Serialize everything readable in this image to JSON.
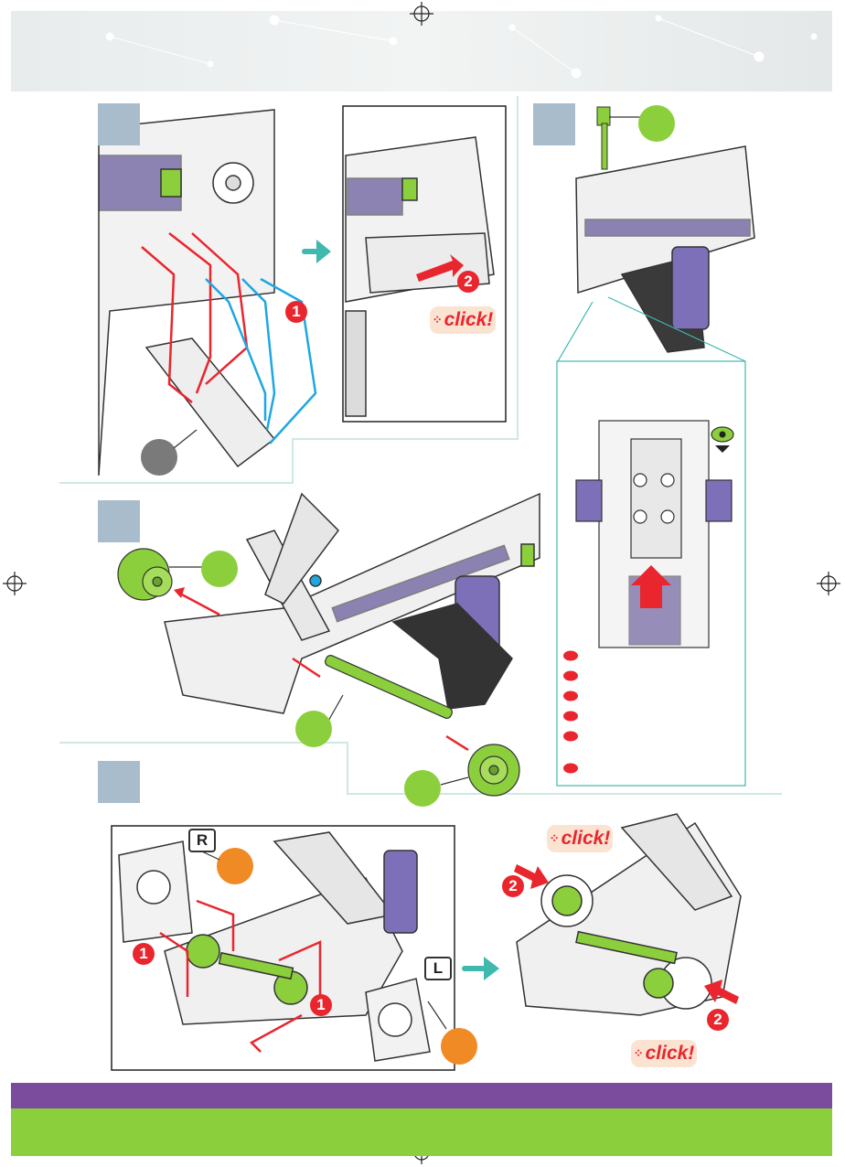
{
  "click_label": "click!",
  "assembly_letters": {
    "right": "R",
    "left": "L"
  },
  "callout_numbers": {
    "one": "1",
    "two": "2"
  },
  "icons": [
    "eye-icon",
    "arrow-right-icon",
    "registration-mark-icon"
  ],
  "colors": {
    "header_band": "#eaeeee",
    "footer_purple": "#7b4b9e",
    "footer_green": "#8ccf3c",
    "step_box": "#a9bccb",
    "part_green": "#8ccf3c",
    "part_orange": "#f08a24",
    "part_gray": "#7a7a7a",
    "arrow_red": "#e9262e",
    "arrow_blue": "#1ea7e1",
    "arrow_teal": "#3fb8ad",
    "purple_part": "#4a3a8a"
  }
}
